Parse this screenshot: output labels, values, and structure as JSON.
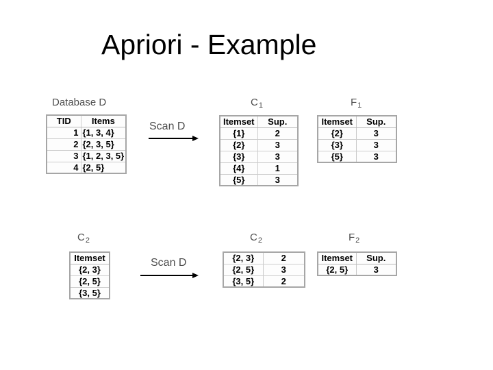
{
  "slide": {
    "title": "Apriori - Example"
  },
  "colors": {
    "title_color": "#000000",
    "label_color": "#4d4d4d",
    "table_text_color": "#000000",
    "table_outer_border": "#a6a6a6",
    "table_inner_border": "#cccccc",
    "arrow_color": "#000000",
    "slide_bg": "#ffffff"
  },
  "labels": {
    "database_d": "Database D",
    "c1": {
      "base": "C",
      "sub": "1"
    },
    "f1": {
      "base": "F",
      "sub": "1"
    },
    "c2_left": {
      "base": "C",
      "sub": "2"
    },
    "c2_mid": {
      "base": "C",
      "sub": "2"
    },
    "f2": {
      "base": "F",
      "sub": "2"
    },
    "scan_d_top": "Scan D",
    "scan_d_bottom": "Scan D"
  },
  "tables": {
    "database_d": {
      "headers": [
        "TID",
        "Items"
      ],
      "rows": [
        [
          "1",
          "{1, 3, 4}"
        ],
        [
          "2",
          "{2, 3, 5}"
        ],
        [
          "3",
          "{1, 2, 3, 5}"
        ],
        [
          "4",
          "{2, 5}"
        ]
      ]
    },
    "c1": {
      "headers": [
        "Itemset",
        "Sup."
      ],
      "rows": [
        [
          "{1}",
          "2"
        ],
        [
          "{2}",
          "3"
        ],
        [
          "{3}",
          "3"
        ],
        [
          "{4}",
          "1"
        ],
        [
          "{5}",
          "3"
        ]
      ]
    },
    "f1": {
      "headers": [
        "Itemset",
        "Sup."
      ],
      "rows": [
        [
          "{2}",
          "3"
        ],
        [
          "{3}",
          "3"
        ],
        [
          "{5}",
          "3"
        ]
      ]
    },
    "c2_candidates": {
      "headers": [
        "Itemset"
      ],
      "rows": [
        [
          "{2, 3}"
        ],
        [
          "{2, 5}"
        ],
        [
          "{3, 5}"
        ]
      ]
    },
    "c2_counted": {
      "headers": [],
      "rows": [
        [
          "{2, 3}",
          "2"
        ],
        [
          "{2, 5}",
          "3"
        ],
        [
          "{3, 5}",
          "2"
        ]
      ]
    },
    "f2": {
      "headers": [
        "Itemset",
        "Sup."
      ],
      "rows": [
        [
          "{2, 5}",
          "3"
        ]
      ]
    }
  }
}
